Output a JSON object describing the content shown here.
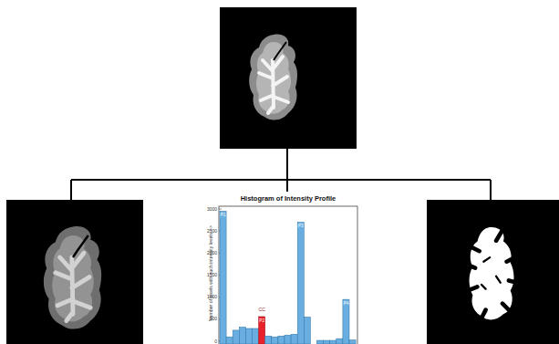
{
  "diagram": {
    "labels": [
      "Histogram of Intensity Profile",
      "Number of pixels with such intensity levels -->",
      "0",
      "500",
      "1000",
      "1500",
      "2000",
      "2500",
      "3000",
      "P1",
      "CC",
      "P2",
      "P3",
      "P4"
    ]
  }
}
